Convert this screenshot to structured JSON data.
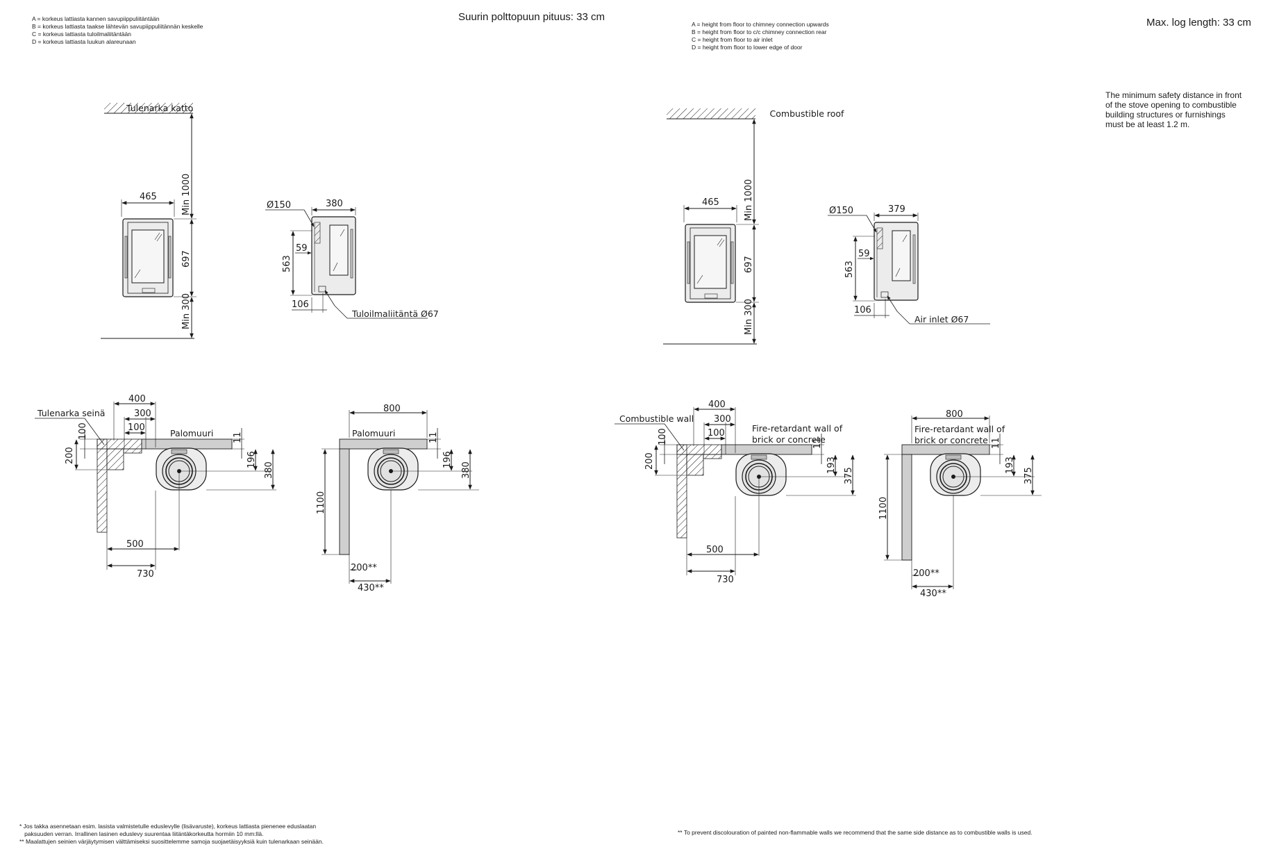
{
  "fi": {
    "legend": [
      "A =  korkeus lattiasta kannen savupiippuliitäntään",
      "B =  korkeus lattiasta taakse lähtevän savupiippuliitännän keskelle",
      "C =  korkeus lattiasta tuloilmaliitäntään",
      "D =  korkeus lattiasta luukun alareunaan"
    ],
    "max_log": "Suurin polttopuun pituus: 33 cm",
    "roof_label": "Tulenarka katto",
    "air_label": "Tuloilmaliitäntä Ø67",
    "wall_label": "Tulenarka seinä",
    "firewall_label": "Palomuuri",
    "firewall_label2": "Palomuuri",
    "depth": "380",
    "dim_flue_h": "196",
    "dim_depth_plan": "380",
    "footnotes": [
      "* Jos takka asennetaan esim. lasista valmistetulle eduslevylle (lisävaruste), korkeus lattiasta pienenee eduslaatan",
      "   paksuuden verran. Irrallinen lasinen eduslevy suurentaa liitäntäkorkeutta hormiin 10 mm:llä.",
      "** Maalattujen seinien värjäytymisen välttämiseksi suosittelemme samoja suojaetäisyyksiä kuin tulenarkaan seinään."
    ]
  },
  "en": {
    "legend": [
      "A =  height from floor to chimney connection upwards",
      "B =  height from floor to c/c chimney connection rear",
      "C =  height from floor to air inlet",
      "D =  height from floor to lower edge of door"
    ],
    "max_log": "Max. log length: 33 cm",
    "safety": [
      "The minimum safety distance in front",
      "of the stove opening to combustible",
      "building structures or furnishings",
      "must be at least 1.2 m."
    ],
    "roof_label": "Combustible roof",
    "air_label": "Air inlet Ø67",
    "wall_label": "Combustible wall",
    "firewall_label": "Fire-retardant wall of",
    "firewall_label_b": "brick or concrete",
    "firewall_label2": "Fire-retardant wall of",
    "firewall_label2_b": "brick or concrete",
    "depth": "379",
    "dim_flue_h": "193",
    "dim_depth_plan": "375",
    "footnotes": [
      "**  To prevent discolouration of painted non-flammable walls we recommend that the same side distance as to combustible walls is used."
    ]
  },
  "dims": {
    "min_top": "Min 1000",
    "min_bottom": "Min 300",
    "width": "465",
    "height": "697",
    "flue_dia": "Ø150",
    "flue_offset": "59",
    "air_height": "563",
    "air_depth": "106",
    "d400": "400",
    "d300": "300",
    "d100": "100",
    "d11": "11",
    "d200": "200",
    "d500": "500",
    "d730": "730",
    "d800": "800",
    "d1100": "1100",
    "d200s": "200**",
    "d430s": "430**"
  },
  "colors": {
    "line": "#1a1a1a",
    "stove_fill": "#e4e4e4",
    "wall_fill": "#cfcfcf",
    "glass": "#f4f4f4"
  }
}
